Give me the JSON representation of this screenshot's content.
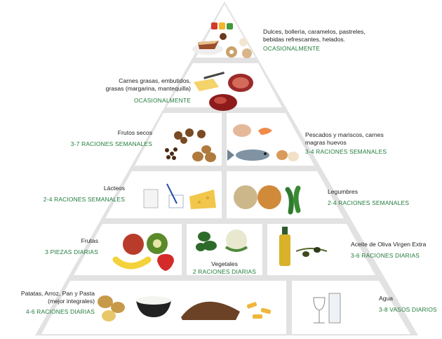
{
  "colors": {
    "frequency_text": "#1f7a3a",
    "label_text": "#222222",
    "pyramid_bg": "#e2e2e2"
  },
  "tiers": [
    {
      "id": "sweets",
      "label": "Dulces, bollería, caramelos, pastreles,\nbebidas refrescantes, helados.",
      "frequency": "OCASIONALMENTE",
      "icons": [
        "cake-slice-icon",
        "candy-icon",
        "donut-icon",
        "ice-cream-icon"
      ]
    },
    {
      "id": "fatty-meats",
      "label": "Carnes grasas, embutidos,\ngrasas (margarina, mantequilla)",
      "frequency": "OCASIONALMENTE",
      "icons": [
        "butter-icon",
        "sausage-icon",
        "raw-meat-icon"
      ]
    },
    {
      "id": "nuts",
      "label": "Frutos secos",
      "frequency": "3-7 RACIONES SEMANALES",
      "icons": [
        "hazelnut-icon",
        "walnut-icon",
        "raisin-icon"
      ]
    },
    {
      "id": "fish",
      "label": "Pescados y mariscos, carnes\nmagras huevos",
      "frequency": "3-4 RACIONES SEMANALES",
      "icons": [
        "chicken-icon",
        "shrimp-icon",
        "fish-icon",
        "egg-icon"
      ]
    },
    {
      "id": "dairy",
      "label": "Lácteos",
      "frequency": "2-4 RACIONES SEMANALES",
      "icons": [
        "glass-milk-icon",
        "yogurt-icon",
        "cheese-icon"
      ]
    },
    {
      "id": "legumes",
      "label": "Legumbres",
      "frequency": "2-4 RACIONES SEMANALES",
      "icons": [
        "chickpea-icon",
        "lentil-icon",
        "pea-pod-icon"
      ]
    },
    {
      "id": "fruits",
      "label": "Frutas",
      "frequency": "3 PIEZAS DIARIAS",
      "icons": [
        "apple-icon",
        "kiwi-icon",
        "banana-icon",
        "strawberry-icon"
      ]
    },
    {
      "id": "vegetables",
      "label": "Vegetales",
      "frequency": "2 RACIONES DIARIAS",
      "icons": [
        "spinach-icon",
        "cauliflower-icon"
      ]
    },
    {
      "id": "olive-oil",
      "label": "Aceite de Oliva Virgen Extra",
      "frequency": "3-6 RACIONES DIARIAS",
      "icons": [
        "oil-bottle-icon",
        "olive-branch-icon"
      ]
    },
    {
      "id": "carbs",
      "label": "Patatas, Arroz, Pan y Pasta\n(mejor integrales)",
      "frequency": "4-6 RACIONES DIARIAS",
      "icons": [
        "potato-icon",
        "rice-bowl-icon",
        "bread-icon",
        "pasta-icon"
      ]
    },
    {
      "id": "water",
      "label": "Agua",
      "frequency": "3-8 VASOS DIARIOS",
      "icons": [
        "wine-glass-icon",
        "water-glass-icon"
      ]
    }
  ]
}
